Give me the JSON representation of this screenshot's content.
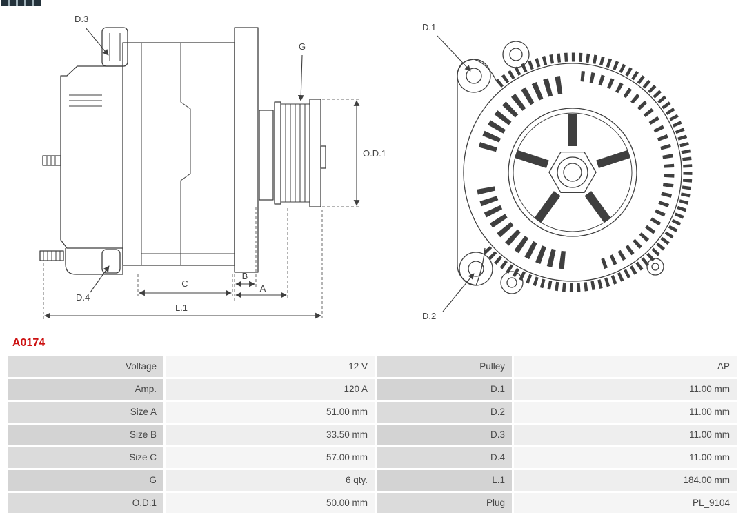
{
  "part_number": "A0174",
  "diagram": {
    "labels": {
      "d1": "D.1",
      "d2": "D.2",
      "d3": "D.3",
      "d4": "D.4",
      "g": "G",
      "od1": "O.D.1",
      "a": "A",
      "b": "B",
      "c": "C",
      "l1": "L.1"
    }
  },
  "colors": {
    "part_number_red": "#cc1111",
    "line": "#3f3f3f",
    "label_cell": "#dbdbdb",
    "value_cell": "#f5f5f5"
  },
  "spec_table": {
    "rows": [
      {
        "l_label": "Voltage",
        "l_value": "12 V",
        "r_label": "Pulley",
        "r_value": "AP"
      },
      {
        "l_label": "Amp.",
        "l_value": "120 A",
        "r_label": "D.1",
        "r_value": "11.00 mm"
      },
      {
        "l_label": "Size A",
        "l_value": "51.00 mm",
        "r_label": "D.2",
        "r_value": "11.00 mm"
      },
      {
        "l_label": "Size B",
        "l_value": "33.50 mm",
        "r_label": "D.3",
        "r_value": "11.00 mm"
      },
      {
        "l_label": "Size C",
        "l_value": "57.00 mm",
        "r_label": "D.4",
        "r_value": "11.00 mm"
      },
      {
        "l_label": "G",
        "l_value": "6 qty.",
        "r_label": "L.1",
        "r_value": "184.00 mm"
      },
      {
        "l_label": "O.D.1",
        "l_value": "50.00 mm",
        "r_label": "Plug",
        "r_value": "PL_9104"
      }
    ]
  }
}
